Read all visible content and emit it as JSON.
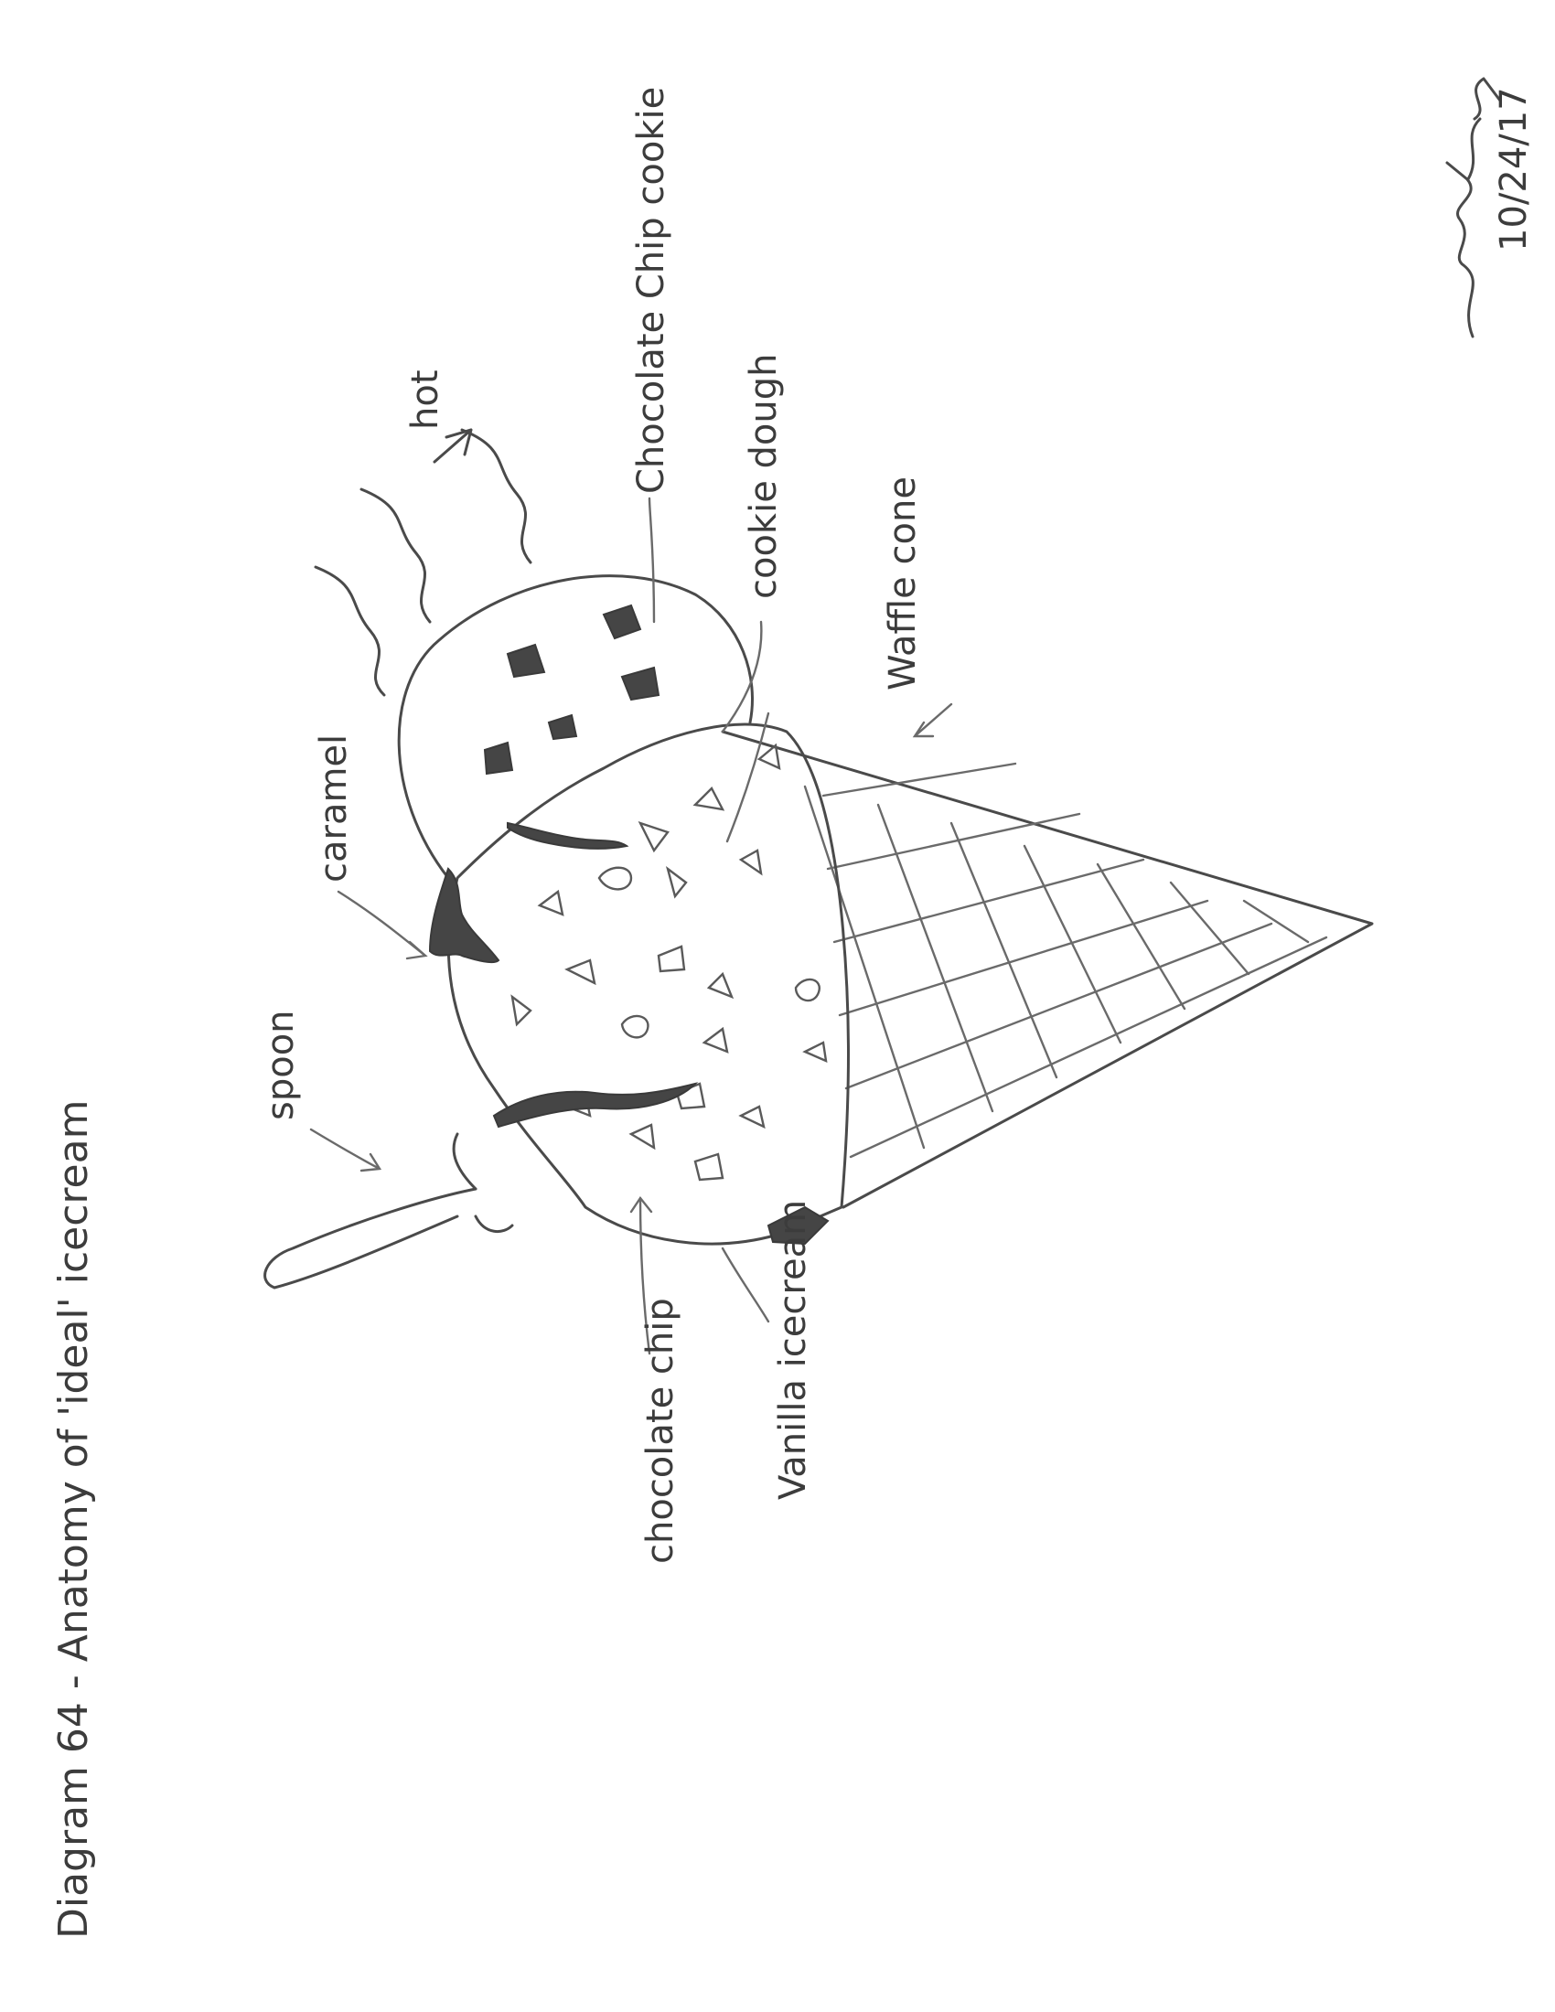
{
  "title": "Diagram 64 - Anatomy of 'ideal' icecream",
  "labels": {
    "hot": "hot",
    "chocolate_chip_cookie": "Chocolate Chip cookie",
    "cookie_dough": "cookie dough",
    "waffle_cone": "Waffle cone",
    "caramel": "caramel",
    "spoon": "spoon",
    "chocolate_chip": "chocolate chip",
    "vanilla_icecream": "Vanilla icecream"
  },
  "date": "10/24/17"
}
